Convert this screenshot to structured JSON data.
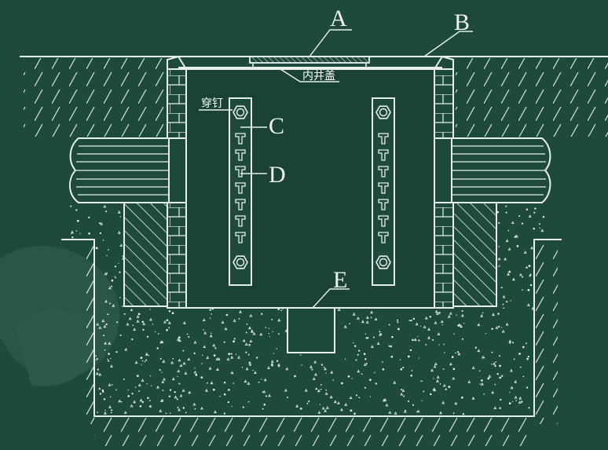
{
  "diagram": {
    "colors": {
      "background": "#1e4a3e",
      "line": "#e8efe9",
      "cavity": "#1a4236"
    },
    "labels": {
      "A": "A",
      "B": "B",
      "C": "C",
      "D": "D",
      "E": "E",
      "inner_cover": "内井盖",
      "bolt": "穿钉"
    }
  }
}
